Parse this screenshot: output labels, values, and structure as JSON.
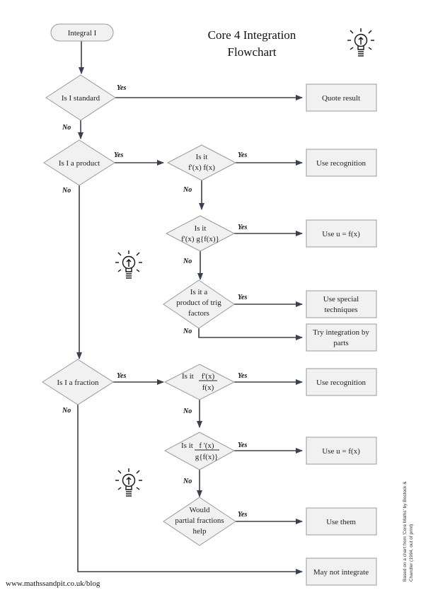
{
  "title": {
    "line1": "Core 4 Integration",
    "line2": "Flowchart"
  },
  "footer": {
    "url": "www.mathssandpit.co.uk/blog"
  },
  "credit": {
    "line1": "Based on a chart from 'Core Maths' by Bostock &",
    "line2": "Chandler (1994, out of print)"
  },
  "nodes": {
    "start": "Integral I",
    "standard": "Is I standard",
    "product": "Is I a product",
    "prod_a": [
      "Is it",
      "f'(x)  f(x)"
    ],
    "prod_b": [
      "Is it",
      "f'(x)  g{f(x)}"
    ],
    "prod_c": [
      "Is it a",
      "product of trig",
      "factors"
    ],
    "fraction": "Is I a fraction",
    "frac_a_prefix": "Is it",
    "frac_a_num": "f'(x)",
    "frac_a_den": "f(x)",
    "frac_b_prefix": "Is it",
    "frac_b_num": "f '(x)",
    "frac_b_den": "g{f(x)}",
    "frac_c": [
      "Would",
      "partial fractions",
      "help"
    ]
  },
  "results": {
    "quote": "Quote result",
    "recog1": "Use recognition",
    "usub1": "Use u = f(x)",
    "special": [
      "Use special",
      "techniques"
    ],
    "parts": [
      "Try integration by",
      "parts"
    ],
    "recog2": "Use recognition",
    "usub2": "Use u = f(x)",
    "them": "Use them",
    "maynot": "May not integrate"
  },
  "labels": {
    "yes": "Yes",
    "no": "No"
  },
  "icons": [
    "lightbulb-icon",
    "lightbulb-icon",
    "lightbulb-icon"
  ],
  "colors": {
    "edge": "#3a4050",
    "shape_fill": "#f1f1f1",
    "shape_stroke": "#9a9a9a"
  }
}
